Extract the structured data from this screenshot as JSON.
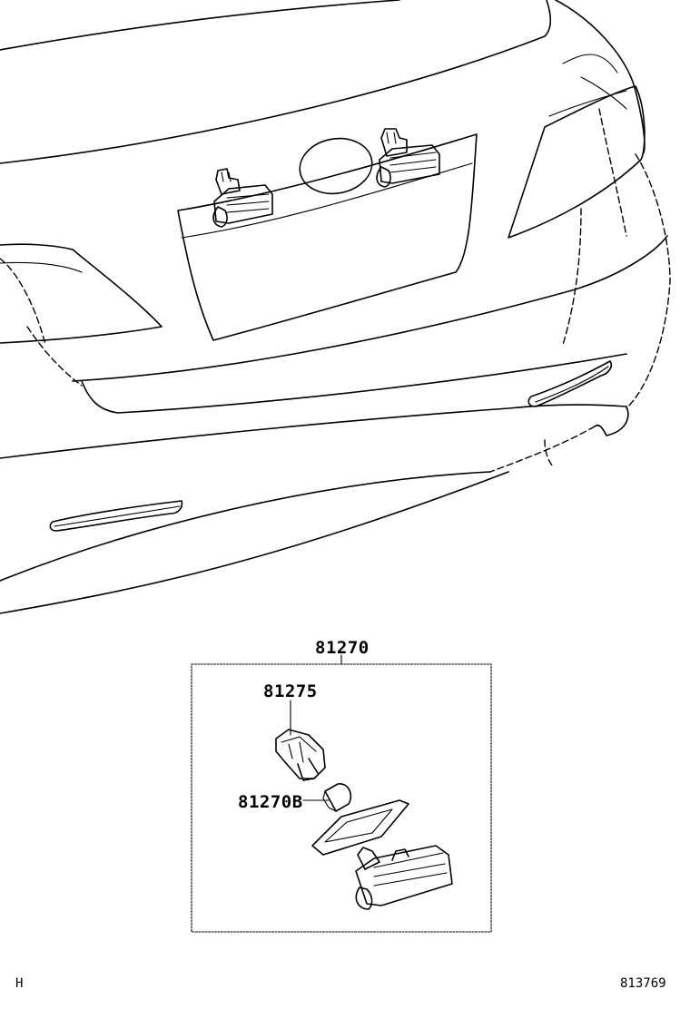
{
  "diagram": {
    "callouts": {
      "assembly": "81270",
      "bulb_socket": "81275",
      "bulb": "81270B"
    },
    "footer": {
      "left_code": "H",
      "right_code": "813769"
    }
  }
}
